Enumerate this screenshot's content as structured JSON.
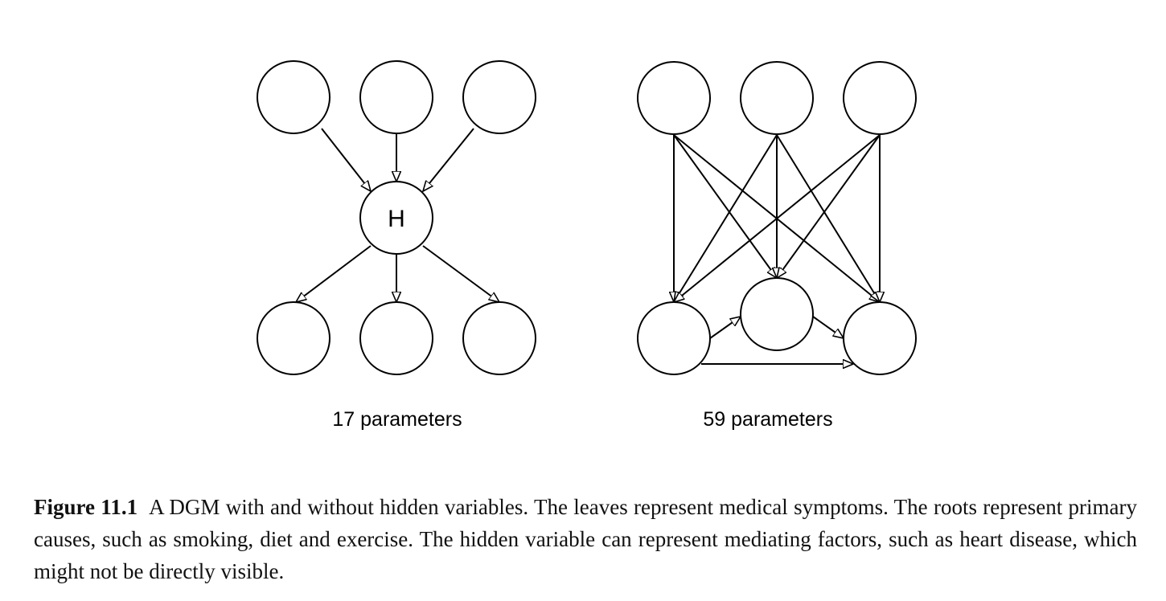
{
  "diagrams": [
    {
      "id": "left",
      "node_labels": [
        "",
        "",
        "",
        "H",
        "",
        "",
        ""
      ],
      "parameter_label": "17 parameters"
    },
    {
      "id": "right",
      "node_labels": [
        "",
        "",
        "",
        "",
        "",
        ""
      ],
      "parameter_label": "59 parameters"
    }
  ],
  "caption": {
    "label": "Figure 11.1",
    "text": "A DGM with and without hidden variables.  The leaves represent medical symptoms.  The roots represent primary causes, such as smoking, diet and exercise.  The hidden variable can represent mediating factors, such as heart disease, which might not be directly visible."
  },
  "colors": {
    "stroke": "#000000",
    "fill": "#ffffff",
    "text": "#111111"
  }
}
